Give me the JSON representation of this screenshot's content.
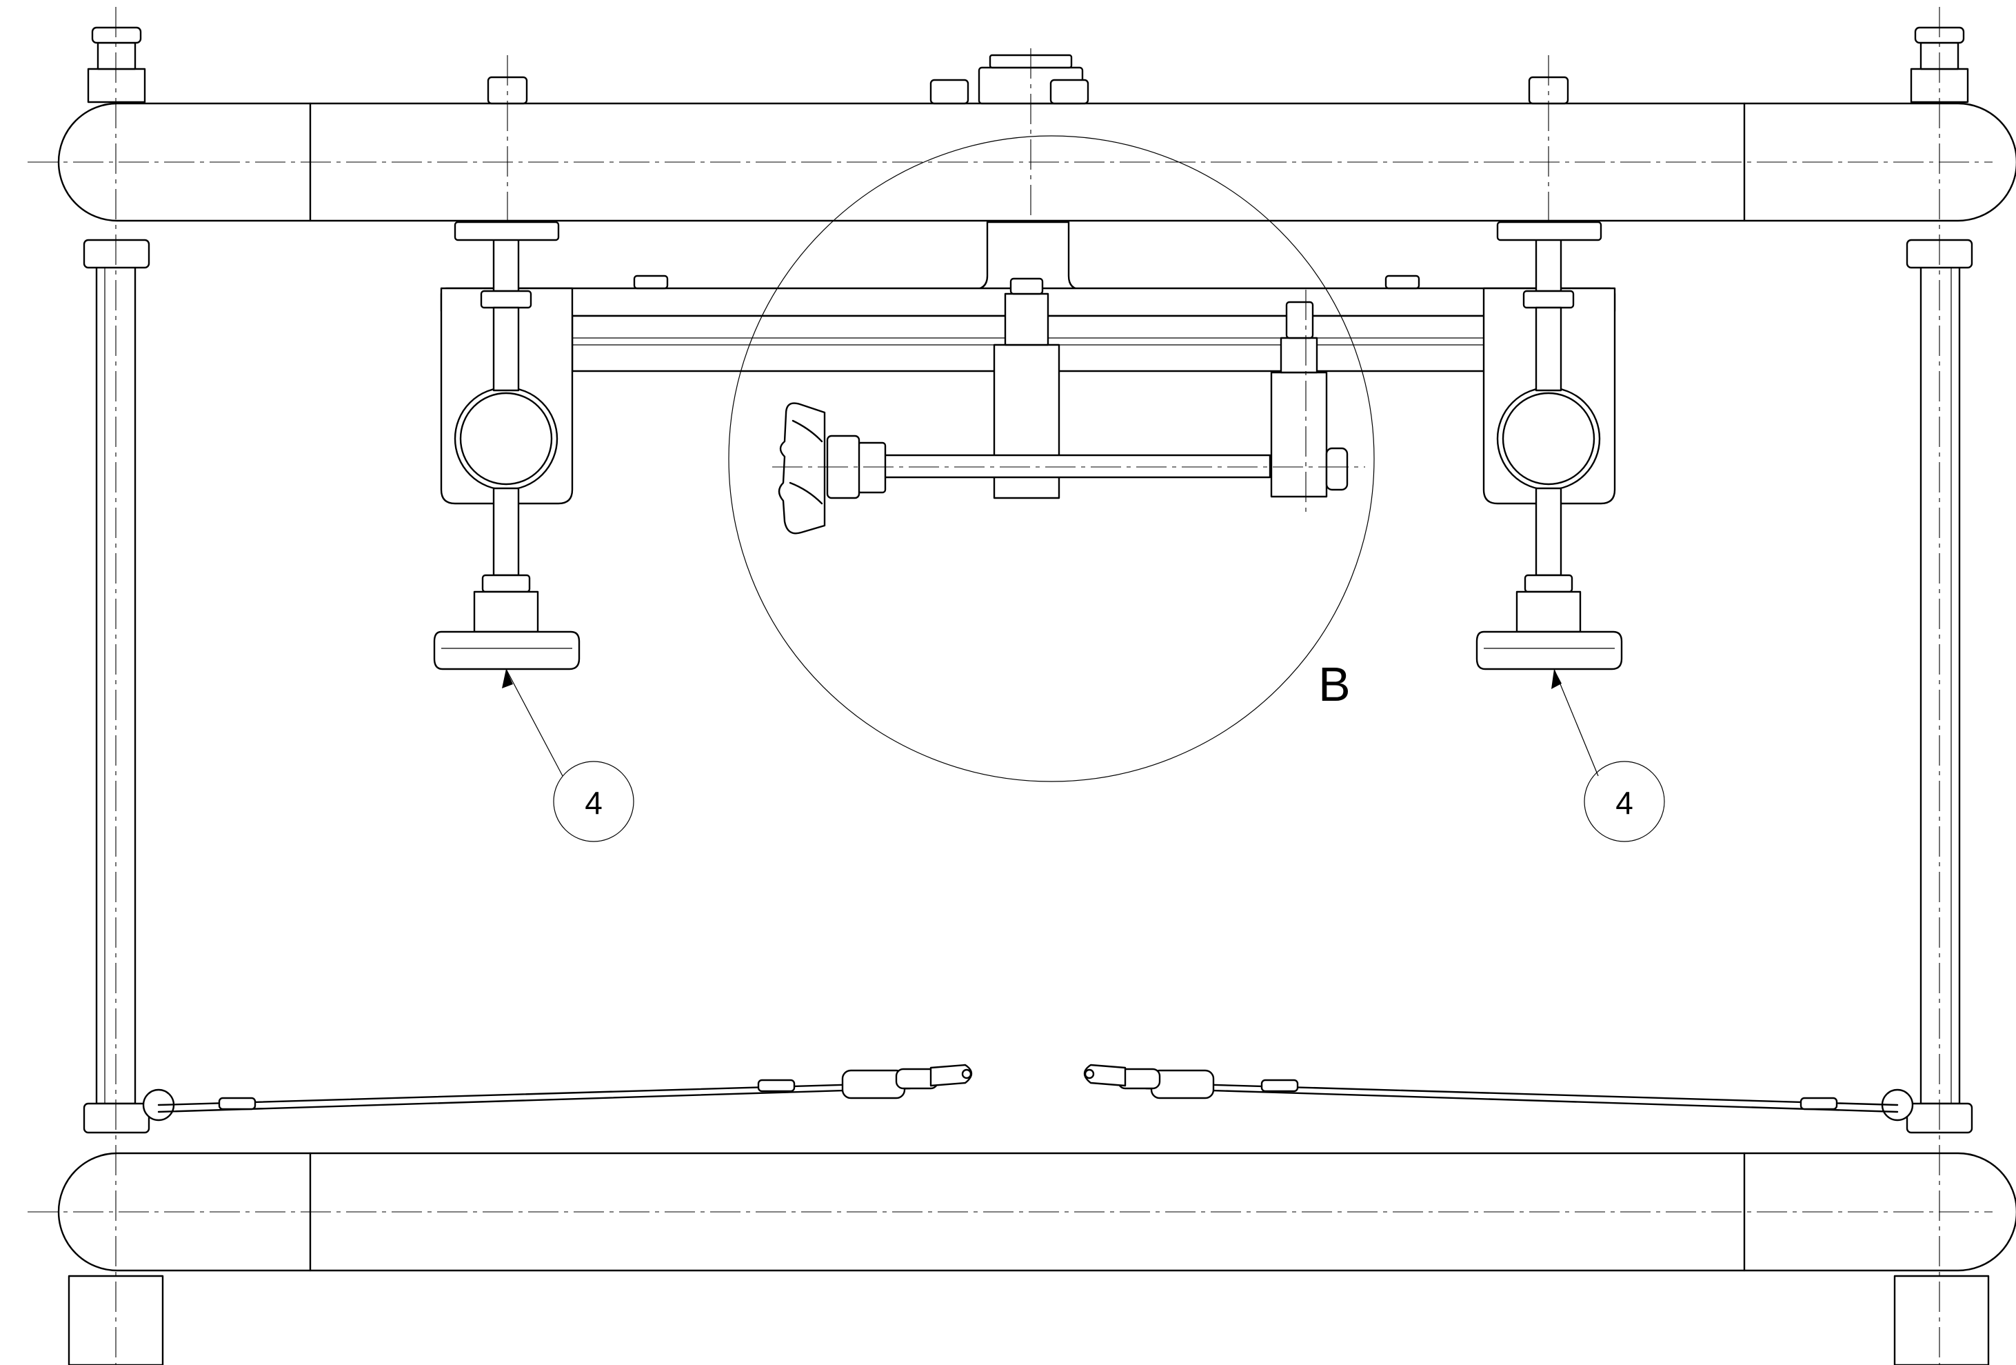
{
  "drawing": {
    "detail_label": "B",
    "balloons": [
      {
        "id": "balloon-left",
        "number": "4"
      },
      {
        "id": "balloon-right",
        "number": "4"
      }
    ],
    "line_color": "#000000",
    "background": "#ffffff"
  }
}
